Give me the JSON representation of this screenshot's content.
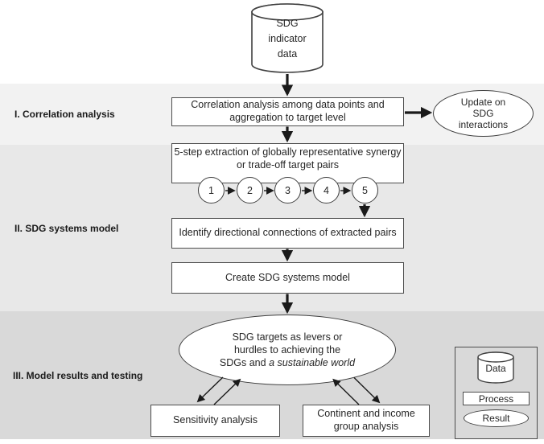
{
  "bands": [
    {
      "label": "I. Correlation analysis"
    },
    {
      "label": "II. SDG systems model"
    },
    {
      "label": "III. Model results and testing"
    }
  ],
  "nodes": {
    "data_cylinder": "SDG\nindicator\ndata",
    "correlation_box": "Correlation analysis among data points and aggregation to target level",
    "update_ellipse": "Update on\nSDG\ninteractions",
    "extraction_box": "5-step extraction of globally representative synergy or trade-off target pairs",
    "steps": [
      "1",
      "2",
      "3",
      "4",
      "5"
    ],
    "identify_box": "Identify directional connections of extracted pairs",
    "create_box": "Create SDG systems model",
    "results_ellipse": {
      "line1": "SDG targets as levers or",
      "line2": "hurdles to achieving the",
      "line3_normal": "SDGs and ",
      "line3_italic": "a sustainable world"
    },
    "sensitivity_box": "Sensitivity analysis",
    "continent_box": "Continent and income\ngroup analysis"
  },
  "legend": {
    "data_label": "Data",
    "process_label": "Process",
    "result_label": "Result"
  },
  "colors": {
    "band1": "#f2f2f2",
    "band2": "#e8e8e8",
    "band3": "#d9d9d9",
    "node_fill": "#ffffff",
    "node_border": "#4d4d4d",
    "arrow": "#1a1a1a",
    "text": "#262626"
  }
}
